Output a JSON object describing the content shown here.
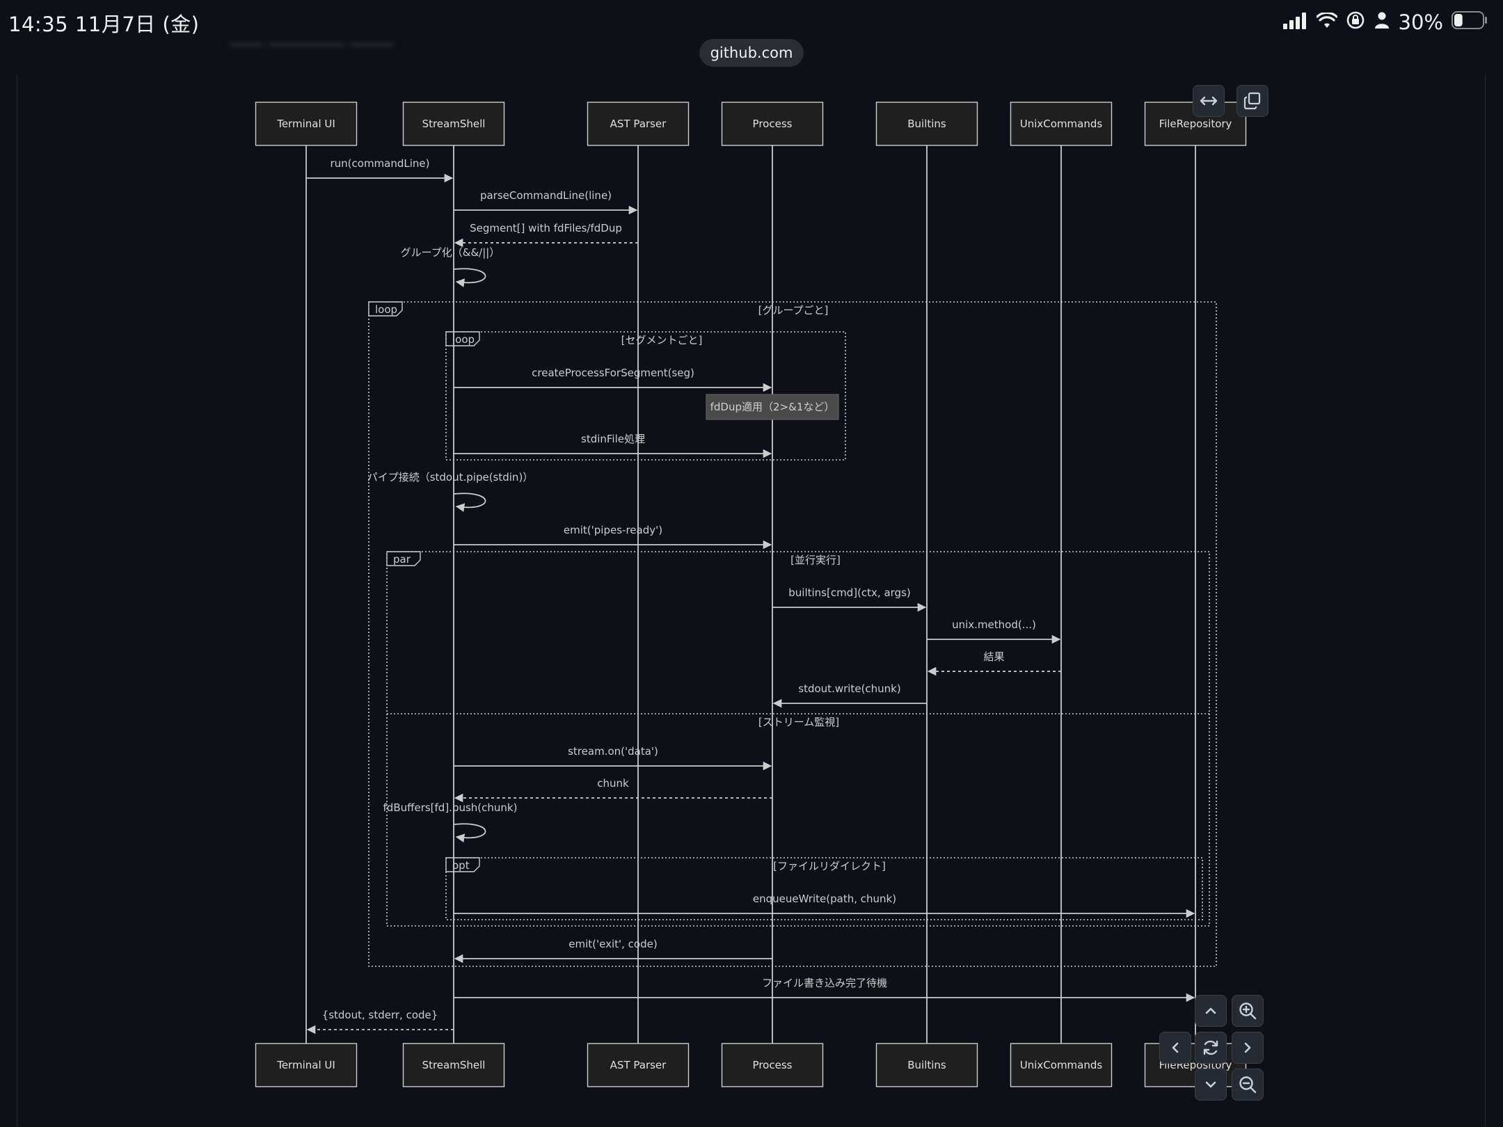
{
  "status_bar": {
    "time_date": "14:35   11月7日 (金)",
    "battery_percent": "30%",
    "battery_level": 0.3
  },
  "browser": {
    "url": "github.com"
  },
  "diagram": {
    "participants": [
      "Terminal UI",
      "StreamShell",
      "AST Parser",
      "Process",
      "Builtins",
      "UnixCommands",
      "FileRepository"
    ],
    "messages": [
      {
        "from": 0,
        "to": 1,
        "text": "run(commandLine)",
        "style": "solid"
      },
      {
        "from": 1,
        "to": 2,
        "text": "parseCommandLine(line)",
        "style": "solid"
      },
      {
        "from": 2,
        "to": 1,
        "text": "Segment[] with fdFiles/fdDup",
        "style": "dashed"
      },
      {
        "from": 1,
        "to": 1,
        "text": "グループ化（&&/||）",
        "style": "self"
      },
      {
        "from": 1,
        "to": 3,
        "text": "createProcessForSegment(seg)",
        "style": "solid"
      },
      {
        "from": 1,
        "to": 3,
        "text": "stdinFile処理",
        "style": "solid"
      },
      {
        "from": 1,
        "to": 1,
        "text": "パイプ接続（stdout.pipe(stdin)）",
        "style": "self"
      },
      {
        "from": 1,
        "to": 3,
        "text": "emit('pipes-ready')",
        "style": "solid"
      },
      {
        "from": 3,
        "to": 4,
        "text": "builtins[cmd](ctx, args)",
        "style": "solid"
      },
      {
        "from": 4,
        "to": 5,
        "text": "unix.method(...)",
        "style": "solid"
      },
      {
        "from": 5,
        "to": 4,
        "text": "結果",
        "style": "dashed"
      },
      {
        "from": 4,
        "to": 3,
        "text": "stdout.write(chunk)",
        "style": "solid"
      },
      {
        "from": 1,
        "to": 3,
        "text": "stream.on('data')",
        "style": "solid"
      },
      {
        "from": 3,
        "to": 1,
        "text": "chunk",
        "style": "dashed"
      },
      {
        "from": 1,
        "to": 1,
        "text": "fdBuffers[fd].push(chunk)",
        "style": "self"
      },
      {
        "from": 1,
        "to": 6,
        "text": "enqueueWrite(path, chunk)",
        "style": "solid"
      },
      {
        "from": 3,
        "to": 1,
        "text": "emit('exit', code)",
        "style": "solid"
      },
      {
        "from": 1,
        "to": 6,
        "text": "ファイル書き込み完了待機",
        "style": "solid"
      },
      {
        "from": 1,
        "to": 0,
        "text": "{stdout, stderr, code}",
        "style": "dashed"
      }
    ],
    "note": {
      "over": 3,
      "text": "fdDup適用（2>&1など）"
    },
    "fragments": [
      {
        "kind": "loop",
        "condition": "[グループごと]"
      },
      {
        "kind": "loop",
        "condition": "[セグメントごと]"
      },
      {
        "kind": "par",
        "condition": "[並行実行]",
        "else_condition": "[ストリーム監視]"
      },
      {
        "kind": "opt",
        "condition": "[ファイルリダイレクト]"
      }
    ]
  },
  "colors": {
    "background": "#0d1117",
    "box_fill": "#1f1f1f",
    "stroke": "#cccccc",
    "note_fill": "#4a4a4a"
  }
}
